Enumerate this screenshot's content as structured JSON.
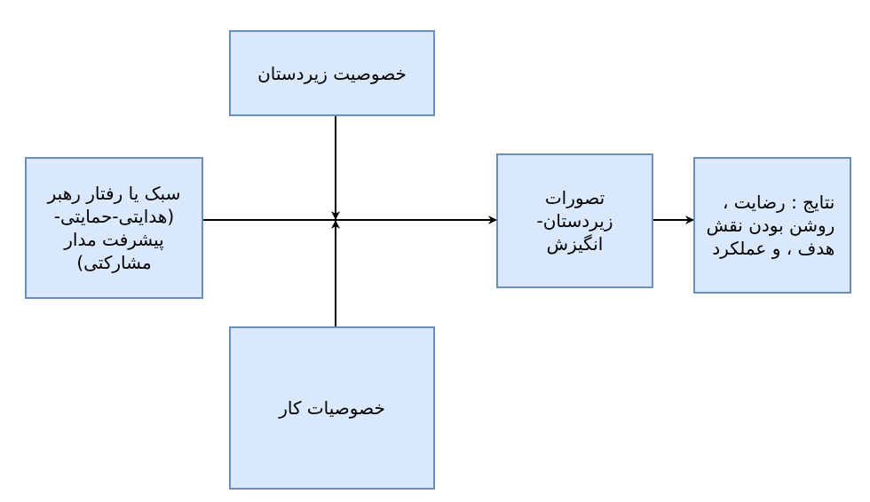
{
  "diagram": {
    "colors": {
      "box_fill": "#dae8fc",
      "box_border": "#6c8ebf",
      "line": "#000000"
    },
    "nodes": {
      "subordinate_characteristics": "خصوصیت زیردستان",
      "leader_style": "سبک یا رفتار رهبر\n(هدایتی-حمایتی-\nپیشرفت مدار\nمشارکتی)",
      "work_characteristics": "خصوصیات کار",
      "subordinate_perceptions": "تصورات\nزیردستان-\nانگیزش",
      "outcomes": "نتایج : رضایت ،\nروشن بودن نقش\nهدف ، و عملکرد"
    }
  }
}
